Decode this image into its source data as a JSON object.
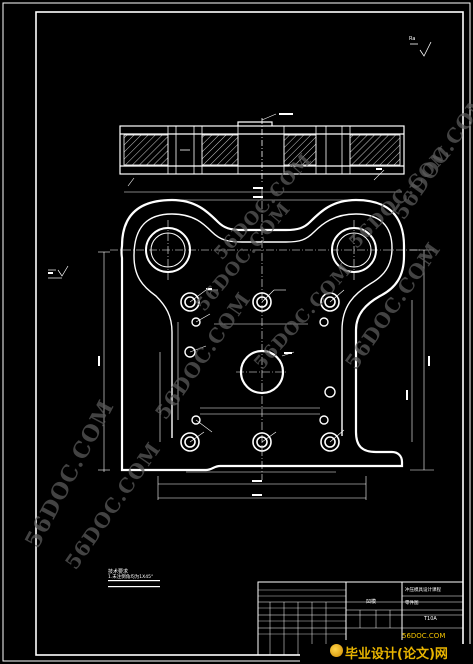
{
  "drawing": {
    "roughness_mark": "Ra",
    "watermark": "56DOC.COM",
    "tech_notes_title": "技术要求",
    "tech_notes": [
      "1.未注倒角均为1X45°"
    ],
    "title_block": {
      "part_name": "凹模",
      "project": "冲压模具设计课程",
      "drawing_no": "零件图",
      "material": "T10A"
    }
  },
  "site": {
    "url": "56DOC.COM",
    "name": "毕业设计(论文)网"
  },
  "colors": {
    "background": "#000000",
    "lines": "#ffffff",
    "watermark": "#5a5a5a",
    "brand": "#e8b400"
  }
}
